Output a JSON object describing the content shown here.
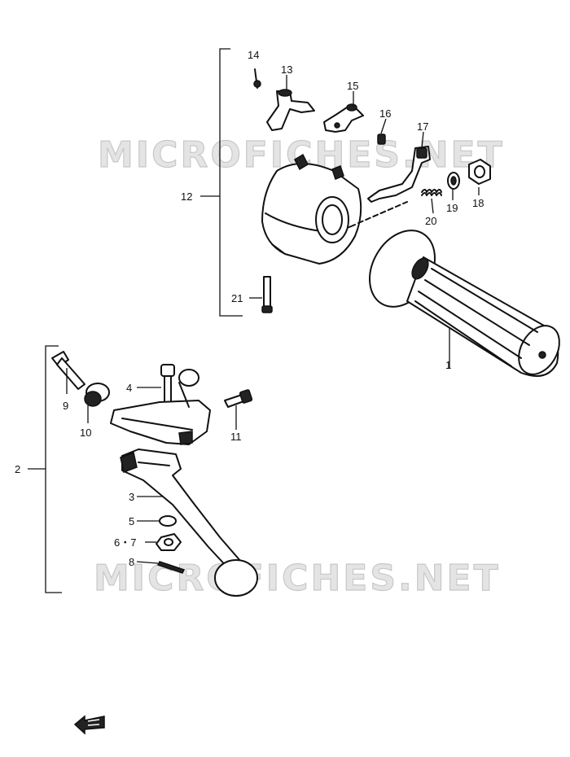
{
  "watermark": "MICROFICHES.NET",
  "callouts": {
    "p1": "1",
    "p2": "2",
    "p3": "3",
    "p4": "4",
    "p5": "5",
    "p6_7": "6・7",
    "p8": "8",
    "p9": "9",
    "p10": "10",
    "p11": "11",
    "p12": "12",
    "p13": "13",
    "p14": "14",
    "p15": "15",
    "p16": "16",
    "p17": "17",
    "p18": "18",
    "p19": "19",
    "p20": "20",
    "p21": "21"
  },
  "icons": {
    "direction_arrow": "front-arrow-icon"
  }
}
